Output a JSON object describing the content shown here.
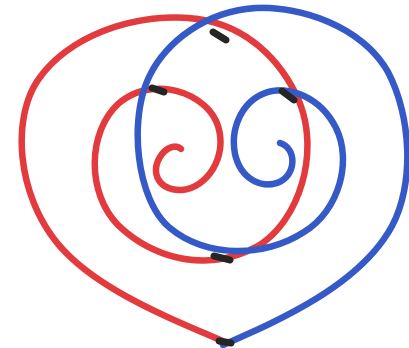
{
  "image": {
    "subject": "two-interlocked-heart-spirals",
    "background_color": "#ffffff",
    "colors": {
      "red_loop": "#e23a3d",
      "blue_loop": "#3559c6",
      "crossing_overlap": "#252525"
    },
    "loops": [
      {
        "name": "red-heart-spiral",
        "color_key": "red_loop"
      },
      {
        "name": "blue-heart-spiral",
        "color_key": "blue_loop"
      }
    ]
  }
}
